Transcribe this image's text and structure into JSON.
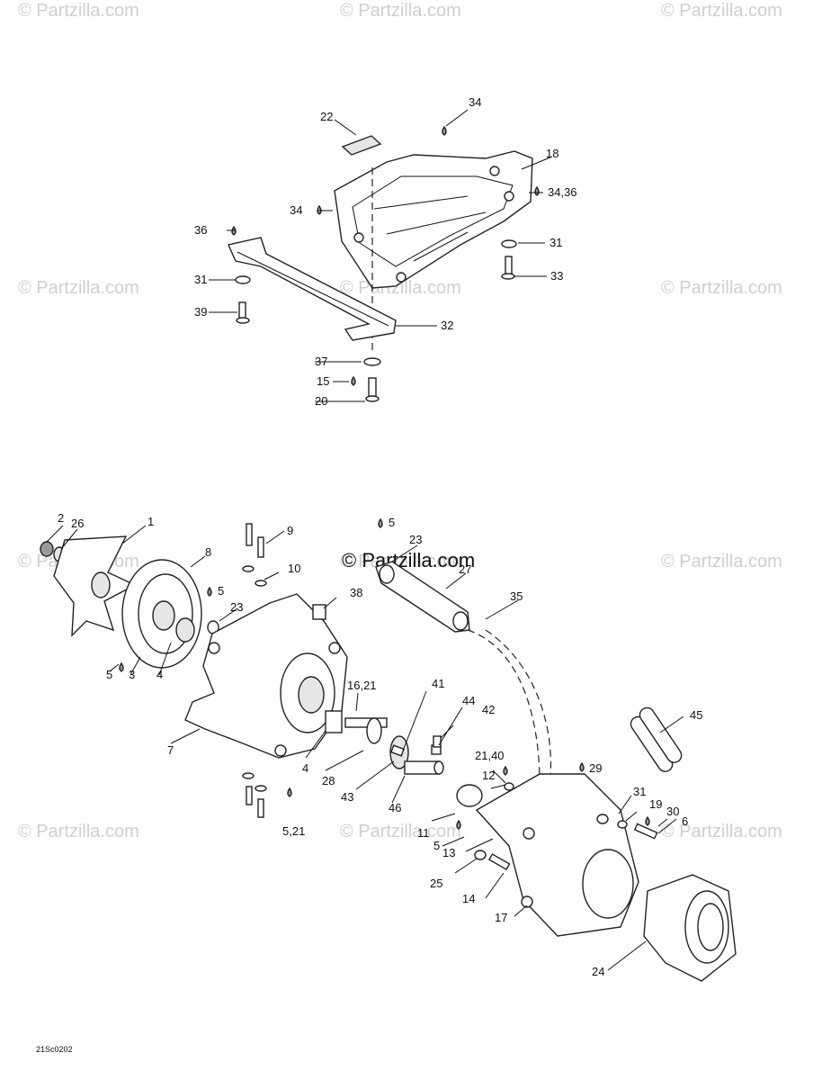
{
  "watermarks": [
    "© Partzilla.com",
    "© Partzilla.com",
    "© Partzilla.com",
    "© Partzilla.com",
    "© Partzilla.com",
    "© Partzilla.com",
    "© Partzilla.com",
    "© Partzilla.com",
    "© Partzilla.com",
    "© Partzilla.com",
    "© Partzilla.com",
    "© Partzilla.com"
  ],
  "main_watermark": "© Partzilla.com",
  "drawing_code": "21Sc0202",
  "callouts": {
    "c22": "22",
    "c34a": "34",
    "c18": "18",
    "c34_36": "34,36",
    "c34b": "34",
    "c36": "36",
    "c31a": "31",
    "c33": "33",
    "c31b": "31",
    "c39": "39",
    "c32": "32",
    "c37": "37",
    "c15": "15",
    "c20": "20",
    "c2": "2",
    "c26": "26",
    "c1": "1",
    "c8": "8",
    "c9": "9",
    "c10": "10",
    "c5a": "5",
    "c23a": "23",
    "c38": "38",
    "c5b": "5",
    "c23b": "23",
    "c27": "27",
    "c35": "35",
    "c5c": "5",
    "c3": "3",
    "c4a": "4",
    "c7": "7",
    "c16_21": "16,21",
    "c41": "41",
    "c44": "44",
    "c42": "42",
    "c45": "45",
    "c4b": "4",
    "c28": "28",
    "c43": "43",
    "c46": "46",
    "c21_40": "21,40",
    "c12": "12",
    "c29": "29",
    "c31c": "31",
    "c19": "19",
    "c30": "30",
    "c6": "6",
    "c5_21": "5,21",
    "c11": "11",
    "c5d": "5",
    "c13": "13",
    "c25": "25",
    "c14": "14",
    "c17": "17",
    "c24": "24"
  }
}
